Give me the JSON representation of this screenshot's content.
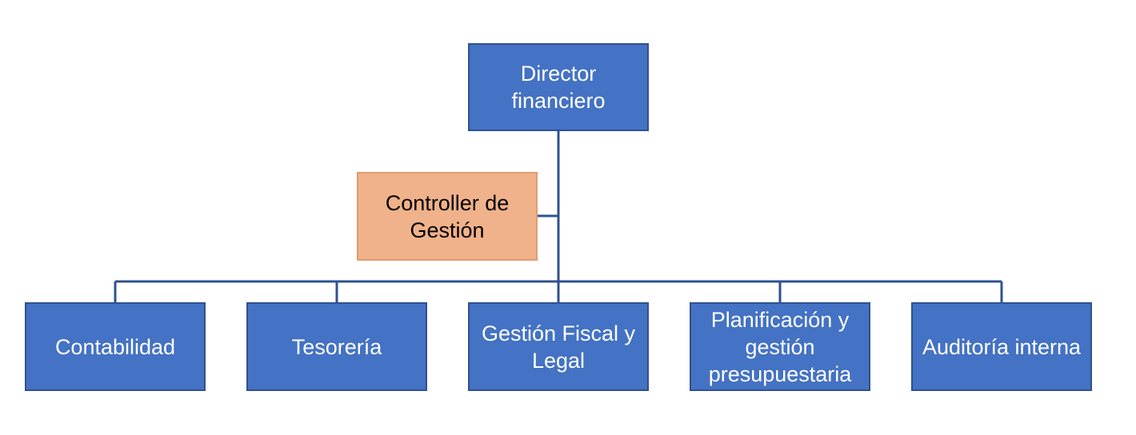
{
  "chart": {
    "root": {
      "label": "Director\nfinanciero",
      "color": "#4472c4"
    },
    "assistant": {
      "label": "Controller de\nGestión",
      "color": "#f0b28a"
    },
    "departments": [
      {
        "label": "Contabilidad"
      },
      {
        "label": "Tesorería"
      },
      {
        "label": "Gestión Fiscal y\nLegal"
      },
      {
        "label": "Planificación y\ngestión\npresupuestaria"
      },
      {
        "label": "Auditoría interna"
      }
    ],
    "connector_color": "#2f528f"
  }
}
